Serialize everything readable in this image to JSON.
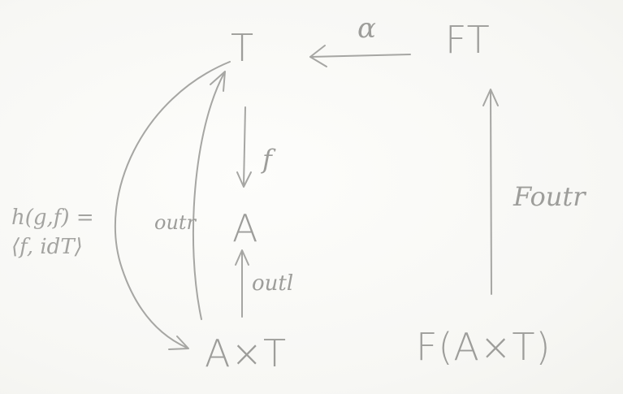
{
  "nodes": {
    "t": "T",
    "ft": "FT",
    "a": "A",
    "axt": "A×T",
    "faxt": "F(A×T)"
  },
  "arrows": {
    "alpha": "α",
    "f": "f",
    "outr": "outr",
    "outl": "outl",
    "fmap_outr": "Foutr",
    "recursor_line1": "h(g,f) =",
    "recursor_line2": "⟨f, idT⟩"
  }
}
